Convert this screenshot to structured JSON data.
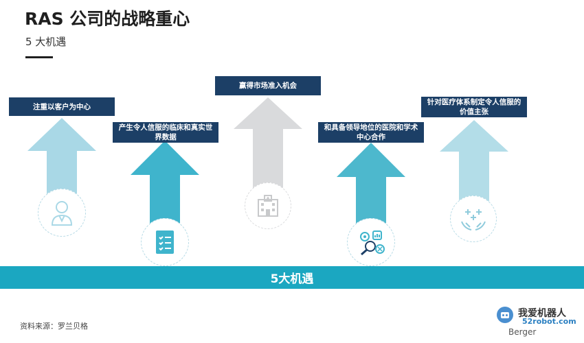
{
  "header": {
    "title": "RAS 公司的战略重心",
    "subtitle": "5 大机遇"
  },
  "opportunities": [
    {
      "label": "注重以客户为中心",
      "icon": "doctor-icon",
      "arrow_color": "#a9d8e6"
    },
    {
      "label": "产生令人信服的临床和真实世界数据",
      "icon": "checklist-icon",
      "arrow_color": "#3fb4cc"
    },
    {
      "label": "赢得市场准入机会",
      "icon": "hospital-icon",
      "arrow_color": "#d9dadc"
    },
    {
      "label": "和具备领导地位的医院和学术中心合作",
      "icon": "research-icon",
      "arrow_color": "#4db8cd"
    },
    {
      "label": "针对医疗体系制定令人信服的价值主张",
      "icon": "care-hands-icon",
      "arrow_color": "#b3dde8"
    }
  ],
  "band": {
    "label": "5大机遇"
  },
  "footer": {
    "source": "资料来源：罗兰贝格"
  },
  "watermark": {
    "text": "我爱机器人",
    "site": "52robot.com",
    "brand": "Berger"
  }
}
